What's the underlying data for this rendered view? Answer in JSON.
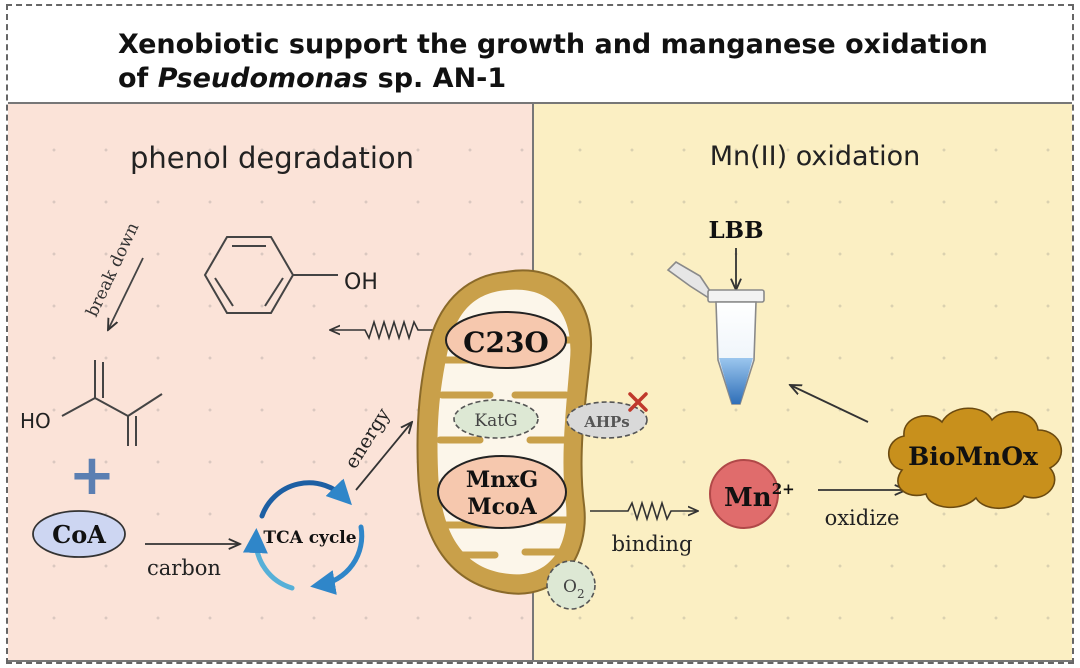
{
  "title": {
    "line1": "Xenobiotic support the growth and manganese oxidation",
    "line2_prefix": "of ",
    "line2_italic": "Pseudomonas",
    "line2_suffix": " sp. AN-1"
  },
  "left_panel": {
    "heading": "phenol degradation",
    "break_down": "break down",
    "oh": "OH",
    "ho": "HO",
    "plus": "+",
    "coa": "CoA",
    "carbon": "carbon",
    "tca": "TCA cycle",
    "energy": "energy"
  },
  "cell": {
    "c23o": "C23O",
    "katg": "KatG",
    "ahps": "AHPs",
    "mnxg": "MnxG",
    "mcoa": "McoA",
    "o2_base": "O",
    "o2_sub": "2"
  },
  "right_panel": {
    "heading": "Mn(II) oxidation",
    "lbb": "LBB",
    "binding": "binding",
    "mn_base": "Mn",
    "mn_sup": "2+",
    "oxidize": "oxidize",
    "biomnox": "BioMnOx"
  },
  "colors": {
    "left_bg": "#fbe3d8",
    "right_bg": "#fbefc3",
    "cell_body": "#c9a04a",
    "cell_inner": "#fcf6ea",
    "c23o_fill": "#f6c8ae",
    "katg_fill": "#dde8d4",
    "ahps_fill": "#d9d9d9",
    "coa_fill": "#cdd6f2",
    "mn_fill": "#e06c6c",
    "biomnox_fill": "#c8901c",
    "tca_blue": "#2f86c9",
    "plus_blue": "#5b7fb2",
    "cross_red": "#c0392b"
  }
}
